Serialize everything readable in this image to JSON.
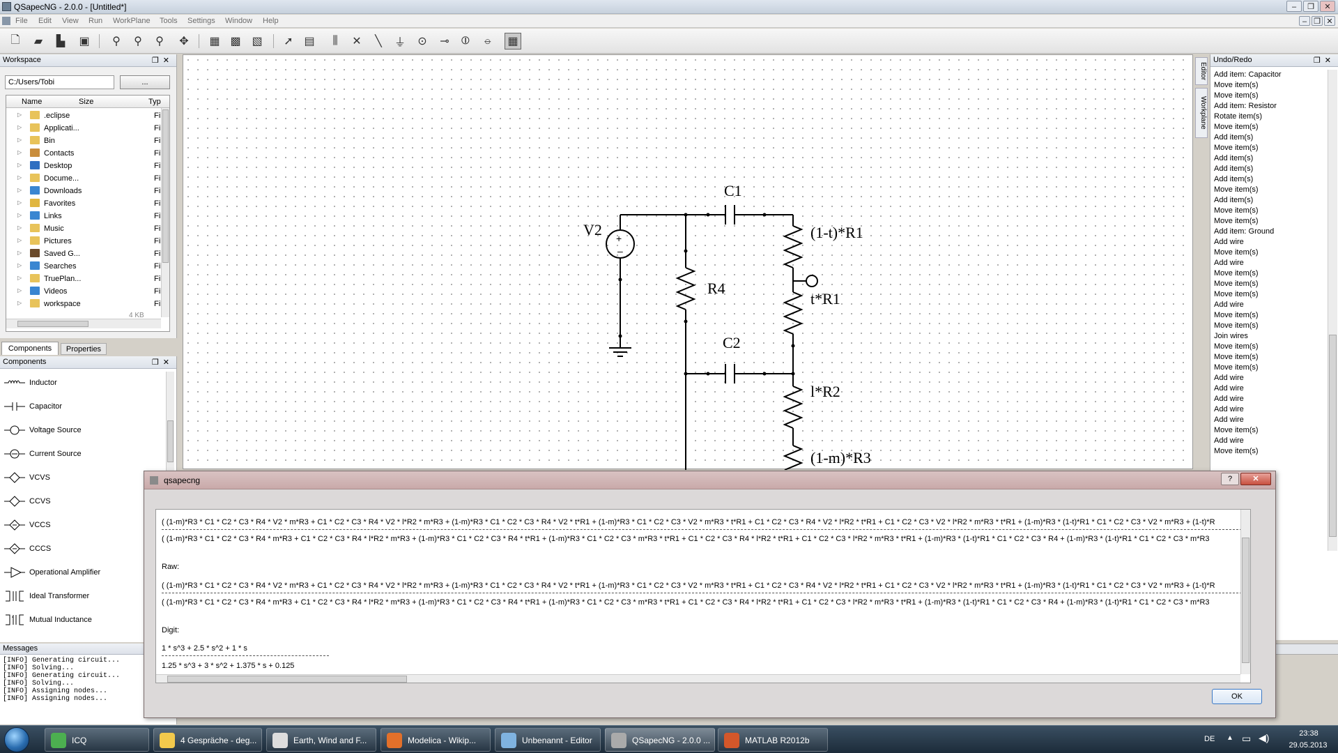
{
  "window": {
    "title": "QSapecNG - 2.0.0 - [Untitled*]",
    "controls": [
      "–",
      "❐",
      "✕"
    ]
  },
  "menu": [
    "File",
    "Edit",
    "View",
    "Run",
    "WorkPlane",
    "Tools",
    "Settings",
    "Window",
    "Help"
  ],
  "workspace": {
    "title": "Workspace",
    "path": "C:/Users/Tobi",
    "browse_label": "...",
    "columns": [
      "Name",
      "Size",
      "Typ"
    ],
    "items": [
      {
        "name": ".eclipse",
        "type": "File",
        "color": "#e8c35a"
      },
      {
        "name": "Applicati...",
        "type": "File",
        "color": "#e8c35a"
      },
      {
        "name": "Bin",
        "type": "File",
        "color": "#e8c35a"
      },
      {
        "name": "Contacts",
        "type": "File",
        "color": "#c98d3c"
      },
      {
        "name": "Desktop",
        "type": "File",
        "color": "#2f6fc1"
      },
      {
        "name": "Docume...",
        "type": "File",
        "color": "#e8c35a"
      },
      {
        "name": "Downloads",
        "type": "File",
        "color": "#3a86d1"
      },
      {
        "name": "Favorites",
        "type": "File",
        "color": "#e0b640"
      },
      {
        "name": "Links",
        "type": "File",
        "color": "#3a86d1"
      },
      {
        "name": "Music",
        "type": "File",
        "color": "#e8c35a"
      },
      {
        "name": "Pictures",
        "type": "File",
        "color": "#e8c35a"
      },
      {
        "name": "Saved G...",
        "type": "File",
        "color": "#6b4a2a"
      },
      {
        "name": "Searches",
        "type": "File",
        "color": "#3a86d1"
      },
      {
        "name": "TruePlan...",
        "type": "File",
        "color": "#e8c35a"
      },
      {
        "name": "Videos",
        "type": "File",
        "color": "#3a86d1"
      },
      {
        "name": "workspace",
        "type": "File",
        "color": "#e8c35a"
      }
    ],
    "partial_size": "4 KB"
  },
  "side_tabs": [
    "Components",
    "Properties"
  ],
  "components": {
    "title": "Components",
    "items": [
      "Inductor",
      "Capacitor",
      "Voltage Source",
      "Current Source",
      "VCVS",
      "CCVS",
      "VCCS",
      "CCCS",
      "Operational Amplifier",
      "Ideal Transformer",
      "Mutual Inductance"
    ]
  },
  "messages": {
    "title": "Messages",
    "lines": [
      "[INFO] Generating circuit...",
      "[INFO] Solving...",
      "[INFO] Generating circuit...",
      "[INFO] Solving...",
      "[INFO] Assigning nodes...",
      "[INFO] Assigning nodes..."
    ]
  },
  "editor_tabs": [
    "Editor",
    "Workplane"
  ],
  "circuit": {
    "labels": {
      "c1": "C1",
      "c2": "C2",
      "v2": "V2",
      "r4": "R4",
      "r1a": "(1-t)*R1",
      "r1b": "t*R1",
      "r2": "l*R2",
      "r3": "(1-m)*R3"
    }
  },
  "undo": {
    "title": "Undo/Redo",
    "items": [
      "Add item: Capacitor",
      "Move item(s)",
      "Move item(s)",
      "Add item: Resistor",
      "Rotate item(s)",
      "Move item(s)",
      "Add item(s)",
      "Move item(s)",
      "Add item(s)",
      "Add item(s)",
      "Add item(s)",
      "Move item(s)",
      "Add item(s)",
      "Move item(s)",
      "Move item(s)",
      "Add item: Ground",
      "Add wire",
      "Move item(s)",
      "Add wire",
      "Move item(s)",
      "Move item(s)",
      "Move item(s)",
      "Add wire",
      "Move item(s)",
      "Move item(s)",
      "Join wires",
      "Move item(s)",
      "Move item(s)",
      "Move item(s)",
      "Add wire",
      "Add wire",
      "Add wire",
      "Add wire",
      "Add wire",
      "Move item(s)",
      "Add wire",
      "Move item(s)"
    ]
  },
  "dialog": {
    "title": "qsapecng",
    "ok_label": "OK",
    "num1": "( (1-m)*R3 * C1 * C2 * C3 * R4 * V2 * m*R3 + C1 * C2 * C3 * R4 * V2 * l*R2 * m*R3 + (1-m)*R3 * C1 * C2 * C3 * R4 * V2 * t*R1 + (1-m)*R3 * C1 * C2 * C3 * V2 * m*R3 * t*R1 + C1 * C2 * C3 * R4 * V2 * l*R2 * t*R1 + C1 * C2 * C3 * V2 * l*R2 * m*R3 * t*R1 + (1-m)*R3 * (1-t)*R1 * C1 * C2 * C3 * V2 * m*R3 + (1-t)*R",
    "den1": "( (1-m)*R3 * C1 * C2 * C3 * R4 * m*R3 + C1 * C2 * C3 * R4 * l*R2 * m*R3 + (1-m)*R3 * C1 * C2 * C3 * R4 * t*R1 + (1-m)*R3 * C1 * C2 * C3 * m*R3 * t*R1 + C1 * C2 * C3 * R4 * l*R2 * t*R1 + C1 * C2 * C3 * l*R2 * m*R3 * t*R1 + (1-m)*R3 * (1-t)*R1 * C1 * C2 * C3 * R4 + (1-m)*R3 * (1-t)*R1 * C1 * C2 * C3 * m*R3",
    "raw_label": "Raw:",
    "num2": "( (1-m)*R3 * C1 * C2 * C3 * R4 * V2 * m*R3 + C1 * C2 * C3 * R4 * V2 * l*R2 * m*R3 + (1-m)*R3 * C1 * C2 * C3 * R4 * V2 * t*R1 + (1-m)*R3 * C1 * C2 * C3 * V2 * m*R3 * t*R1 + C1 * C2 * C3 * R4 * V2 * l*R2 * t*R1 + C1 * C2 * C3 * V2 * l*R2 * m*R3 * t*R1 + (1-m)*R3 * (1-t)*R1 * C1 * C2 * C3 * V2 * m*R3 + (1-t)*R",
    "den2": "( (1-m)*R3 * C1 * C2 * C3 * R4 * m*R3 + C1 * C2 * C3 * R4 * l*R2 * m*R3 + (1-m)*R3 * C1 * C2 * C3 * R4 * t*R1 + (1-m)*R3 * C1 * C2 * C3 * m*R3 * t*R1 + C1 * C2 * C3 * R4 * l*R2 * t*R1 + C1 * C2 * C3 * l*R2 * m*R3 * t*R1 + (1-m)*R3 * (1-t)*R1 * C1 * C2 * C3 * R4 + (1-m)*R3 * (1-t)*R1 * C1 * C2 * C3 * m*R3",
    "digit_label": "Digit:",
    "digit_num": "1 * s^3 + 2.5 * s^2 + 1 * s",
    "digit_den": "1.25 * s^3 + 3 * s^2 + 1.375 * s + 0.125"
  },
  "taskbar": {
    "items": [
      {
        "label": "ICQ",
        "color": "#4caf50"
      },
      {
        "label": "4 Gespräche - deg...",
        "color": "#f2c94c"
      },
      {
        "label": "Earth, Wind and F...",
        "color": "#ddd"
      },
      {
        "label": "Modelica - Wikip...",
        "color": "#e2702a"
      },
      {
        "label": "Unbenannt - Editor",
        "color": "#7fb3e0"
      },
      {
        "label": "QSapecNG - 2.0.0 ...",
        "color": "#aaa"
      },
      {
        "label": "MATLAB R2012b",
        "color": "#d4572a"
      }
    ],
    "lang": "DE",
    "time": "23:38",
    "date": "29.05.2013"
  }
}
